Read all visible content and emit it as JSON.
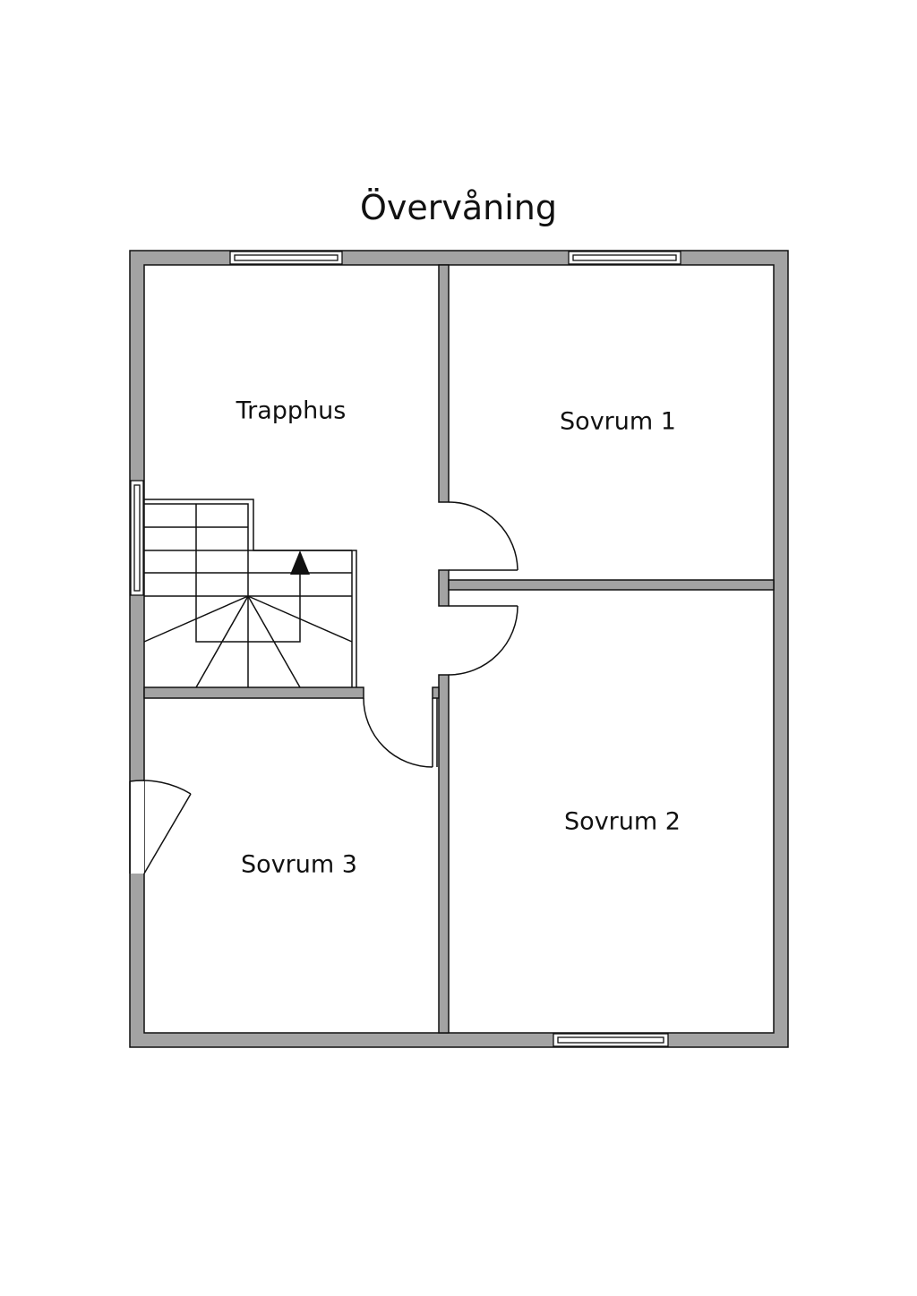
{
  "title": "Övervåning",
  "rooms": {
    "trapphus": "Trapphus",
    "sovrum1": "Sovrum 1",
    "sovrum2": "Sovrum 2",
    "sovrum3": "Sovrum 3"
  },
  "colors": {
    "wall": "#a3a3a3",
    "line": "#111111"
  }
}
